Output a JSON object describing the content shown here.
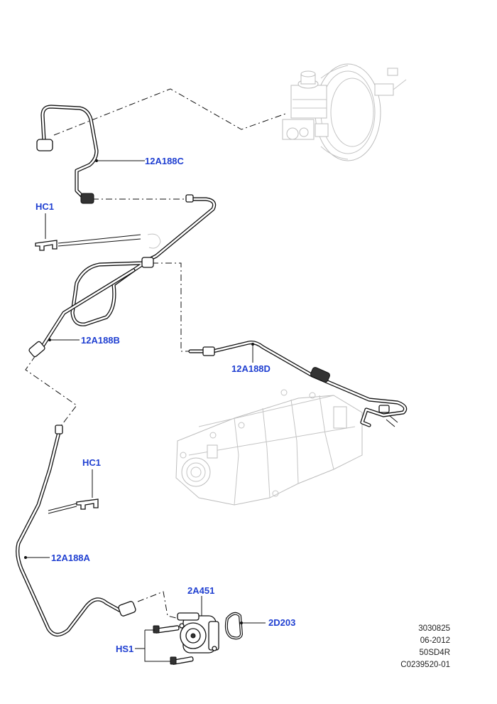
{
  "callouts": {
    "c_12A188C": "12A188C",
    "hc1_top": "HC1",
    "c_12A188B": "12A188B",
    "c_12A188D": "12A188D",
    "hc1_bottom": "HC1",
    "c_12A188A": "12A188A",
    "c_2A451": "2A451",
    "c_2D203": "2D203",
    "hs1": "HS1"
  },
  "meta": {
    "line1": "3030825",
    "line2": "06-2012",
    "line3": "50SD4R",
    "line4": "C0239520-01"
  },
  "colors": {
    "callout_text": "#1f3fd1",
    "line_art": "#111111",
    "ghost_art": "#c4c4c4"
  }
}
